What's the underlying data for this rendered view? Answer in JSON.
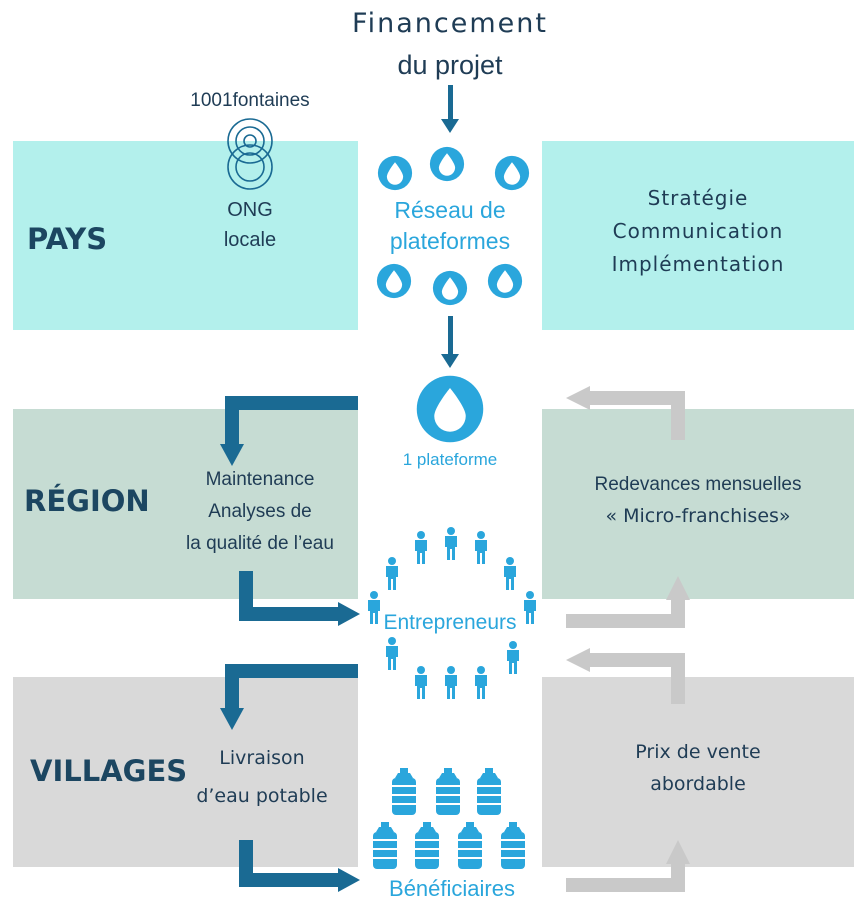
{
  "colors": {
    "pays_bg": "#b3f0ec",
    "region_bg": "#c6dcd3",
    "villages_bg": "#d9d9d9",
    "dark_arrow": "#1a6a93",
    "gray_arrow": "#c9c9c9",
    "cyan": "#2aa6dc",
    "text": "#1f3c55"
  },
  "top": {
    "title_line1": "Financement",
    "title_line2": "du projet"
  },
  "pays": {
    "label": "PAYS",
    "org_name": "1001fontaines",
    "ong_line1": "ONG",
    "ong_line2": "locale",
    "network_line1": "Réseau de",
    "network_line2": "plateformes",
    "right_line1": "Stratégie",
    "right_line2": "Communication",
    "right_line3": "Implémentation"
  },
  "region": {
    "label": "RÉGION",
    "platform_label": "1 plateforme",
    "left_line1": "Maintenance",
    "left_line2": "Analyses de",
    "left_line3": "la qualité de l’eau",
    "right_line1": "Redevances mensuelles",
    "right_line2": "« Micro-franchises»",
    "entrepreneurs_label": "Entrepreneurs"
  },
  "villages": {
    "label": "VILLAGES",
    "left_line1": "Livraison",
    "left_line2": "d’eau potable",
    "right_line1": "Prix de vente",
    "right_line2": "abordable",
    "beneficiaries_label": "Bénéficiaires"
  },
  "icons": [
    "drop-icon",
    "person-icon",
    "water-bottle-icon",
    "arrow-down-icon",
    "elbow-arrow-icon",
    "interlocking-rings-icon"
  ]
}
